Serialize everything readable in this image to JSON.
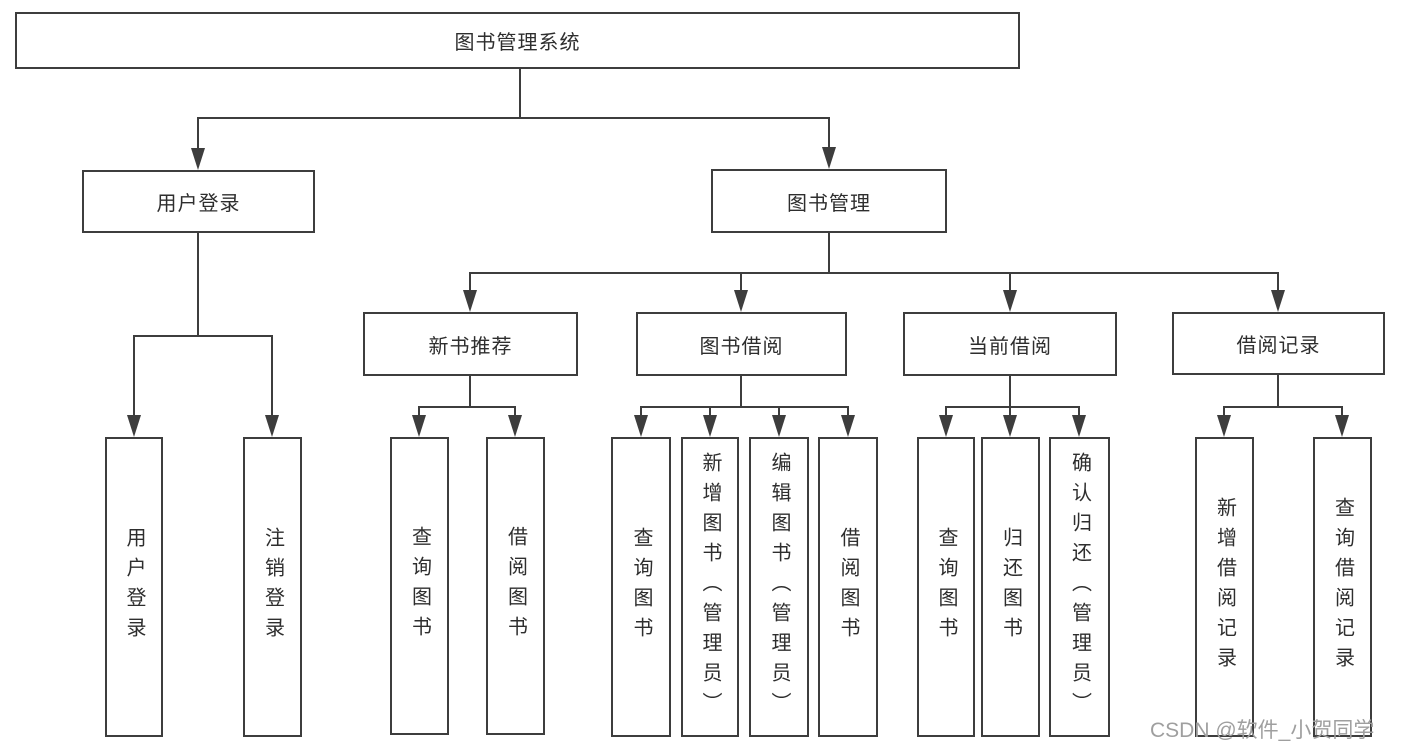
{
  "tree": {
    "root": "图书管理系统",
    "children": [
      {
        "label": "用户登录",
        "children": [
          "用户登录",
          "注销登录"
        ]
      },
      {
        "label": "图书管理",
        "children": [
          {
            "label": "新书推荐",
            "children": [
              "查询图书",
              "借阅图书"
            ]
          },
          {
            "label": "图书借阅",
            "children": [
              "查询图书",
              "新增图书（管理员）",
              "编辑图书（管理员）",
              "借阅图书"
            ]
          },
          {
            "label": "当前借阅",
            "children": [
              "查询图书",
              "归还图书",
              "确认归还（管理员）"
            ]
          },
          {
            "label": "借阅记录",
            "children": [
              "新增借阅记录",
              "查询借阅记录"
            ]
          }
        ]
      }
    ]
  },
  "watermark": "CSDN @软件_小贺同学",
  "colors": {
    "line": "#3d3d3d",
    "text": "#2e2e2e",
    "background": "#ffffff",
    "watermark": "#9f9f9f"
  }
}
